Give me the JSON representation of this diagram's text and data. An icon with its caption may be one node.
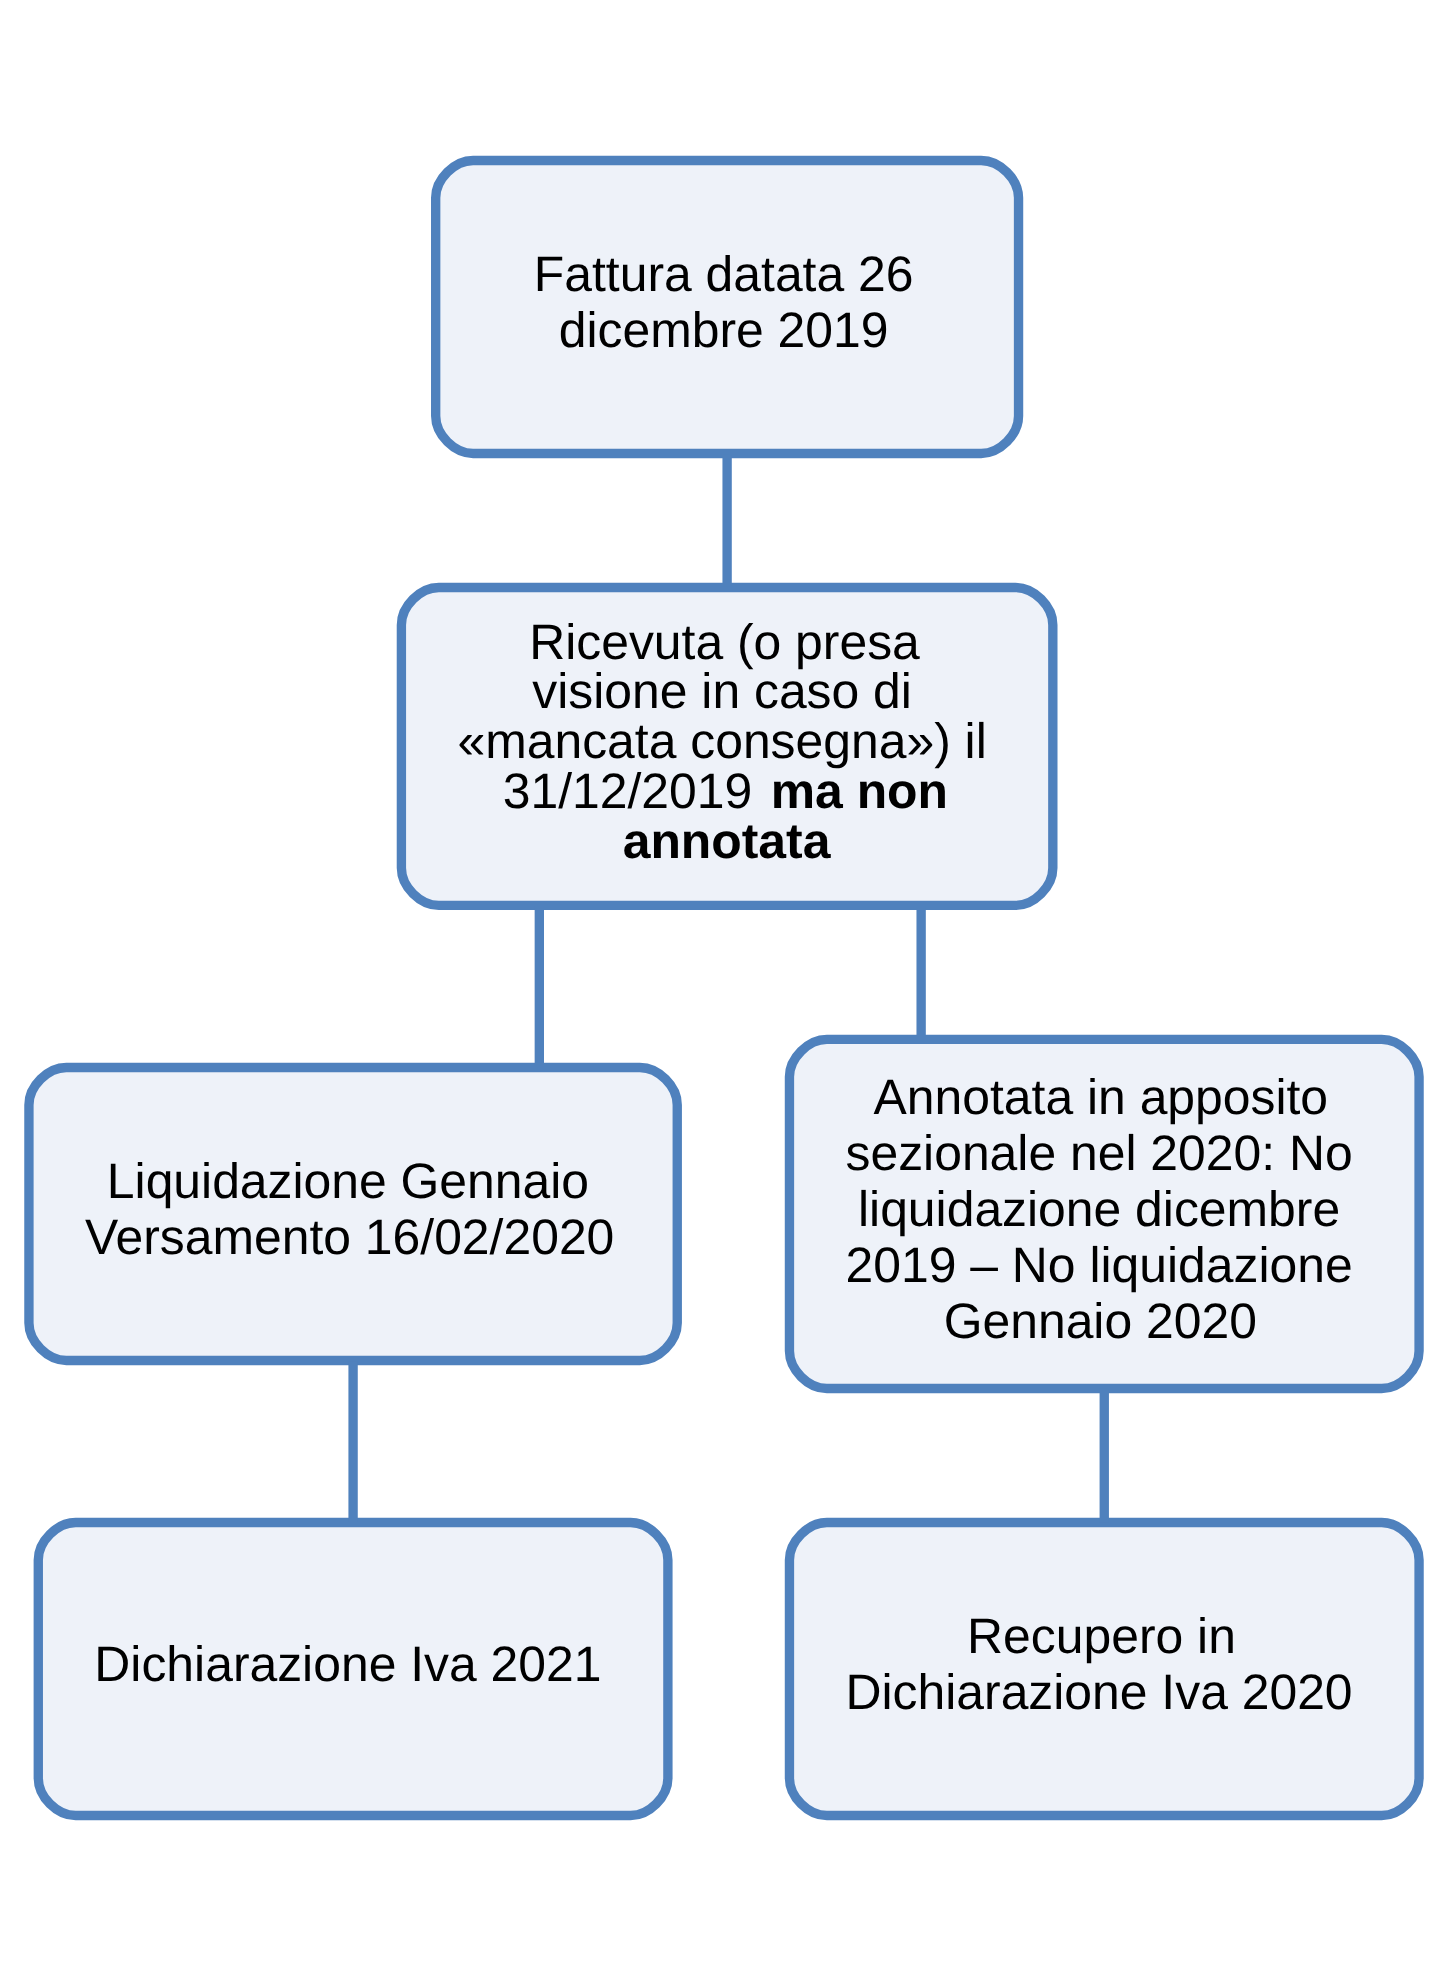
{
  "diagram": {
    "nodes": [
      {
        "text": [
          "Fattura datata 26 dicembre 2019"
        ]
      },
      {
        "text": [
          "Ricevuta (o presa visione in caso di «mancata consegna») il 31/12/2019 **ma non annotata**"
        ]
      },
      {
        "text": [
          "Liquidazione Gennaio Versamento 16/02/2020"
        ]
      },
      {
        "text": [
          "Annotata in apposito sezionale nel 2020: No liquidazione dicembre 2019 – No liquidazione Gennaio 2020"
        ]
      },
      {
        "text": [
          "Dichiarazione Iva 2021"
        ]
      },
      {
        "text": [
          "Recupero in Dichiarazione Iva 2020"
        ]
      }
    ],
    "edges": [
      {
        "from": 0,
        "to": 1,
        "arrow": "none"
      },
      {
        "from": 1,
        "to": 2,
        "arrow": "none"
      },
      {
        "from": 1,
        "to": 3,
        "arrow": "none"
      },
      {
        "from": 2,
        "to": 4,
        "arrow": "none"
      },
      {
        "from": 3,
        "to": 5,
        "arrow": "none"
      }
    ]
  }
}
